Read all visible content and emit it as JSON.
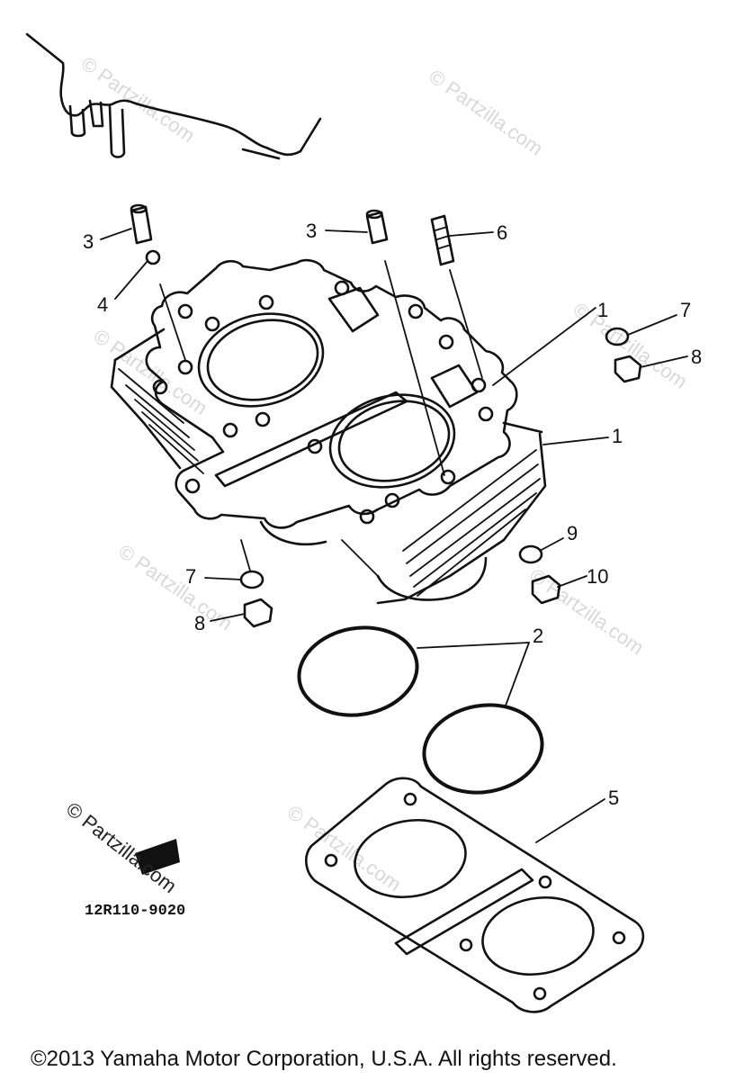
{
  "callouts": {
    "c1a": "1",
    "c1b": "1",
    "c2": "2",
    "c3a": "3",
    "c3b": "3",
    "c4": "4",
    "c5": "5",
    "c6": "6",
    "c7a": "7",
    "c7b": "7",
    "c8a": "8",
    "c8b": "8",
    "c9": "9",
    "c10": "10"
  },
  "reference_code": "12R110-9020",
  "watermark": "© Partzilla.com",
  "copyright": "©2013  Yamaha Motor Corporation, U.S.A. All rights reserved."
}
